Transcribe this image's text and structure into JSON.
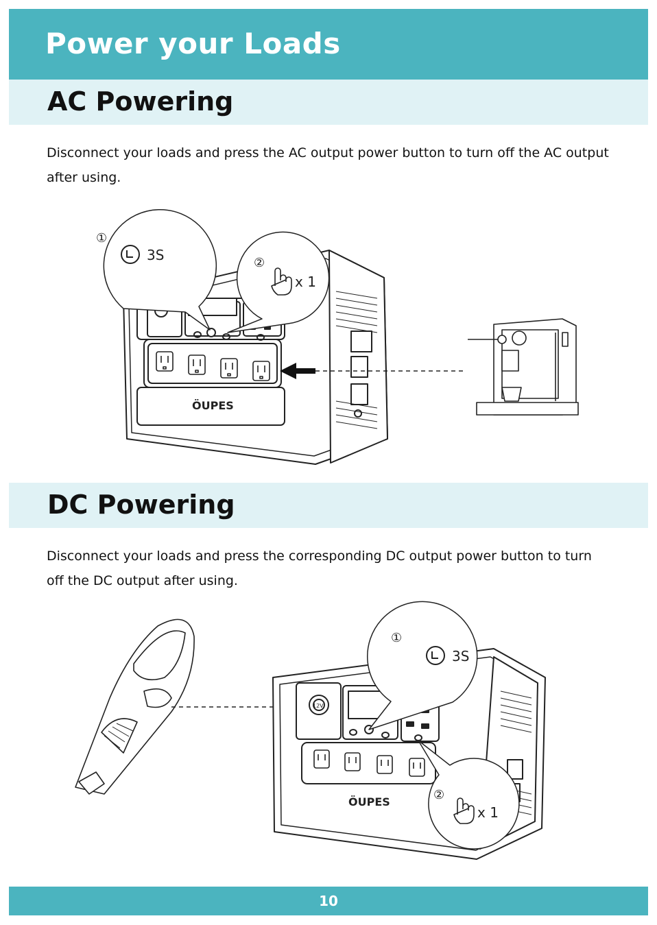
{
  "page": {
    "title": "Power your Loads",
    "page_number": "10"
  },
  "ac": {
    "heading": "AC Powering",
    "text": "Disconnect your loads and press the AC output power button to turn off the AC output after using.",
    "step1_num": "①",
    "step1_label": "3S",
    "step2_num": "②",
    "step2_label": "x 1",
    "brand": "ÖUPES"
  },
  "dc": {
    "heading": "DC Powering",
    "text": "Disconnect your loads and press the corresponding DC output power button to turn off the DC output after using.",
    "step1_num": "①",
    "step1_label": "3S",
    "step2_num": "②",
    "step2_label": "x 1",
    "brand": "ÖUPES",
    "port_label": "12V"
  },
  "icons": {
    "timer": "clock-icon",
    "press": "hand-press-icon",
    "arrow": "arrow-left-icon"
  }
}
